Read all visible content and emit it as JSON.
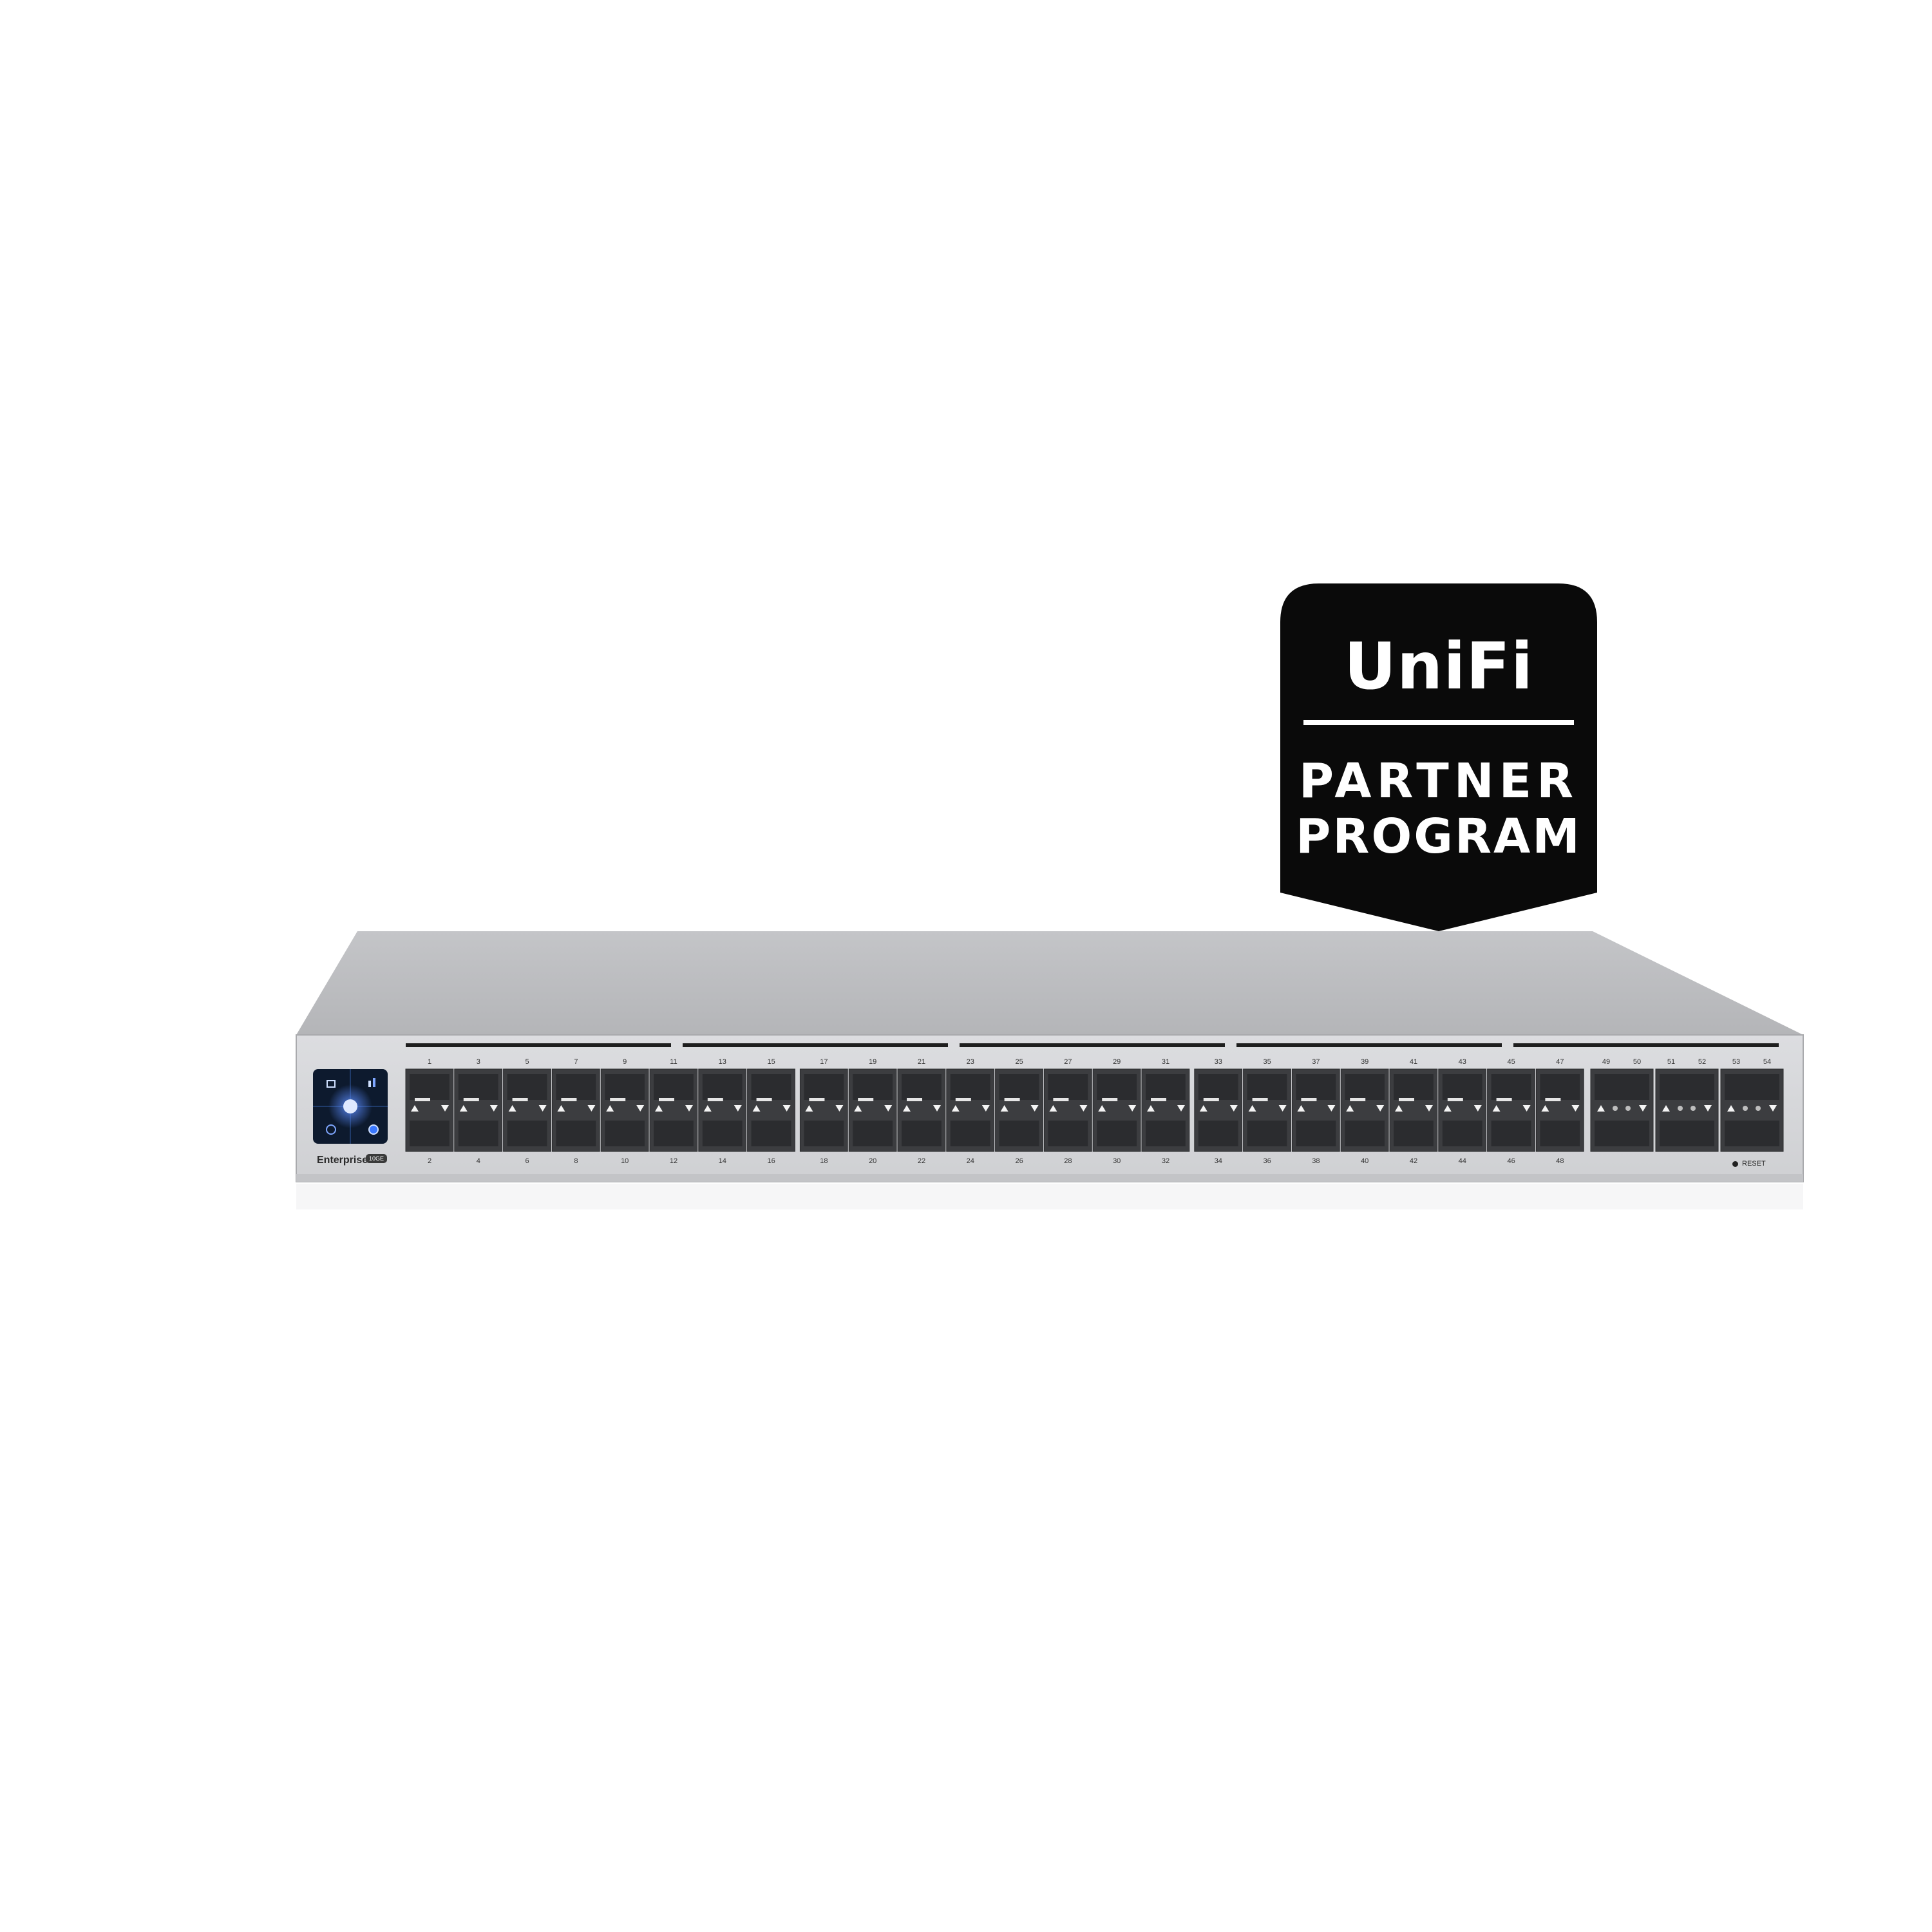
{
  "badge": {
    "logo": "UniFi",
    "line1": "PARTNER",
    "line2": "PROGRAM"
  },
  "switch": {
    "model": "Enterprise",
    "model_badge": "10GE",
    "reset_label": "RESET",
    "sfp_ports_top": [
      1,
      3,
      5,
      7,
      9,
      11,
      13,
      15,
      17,
      19,
      21,
      23,
      25,
      27,
      29,
      31,
      33,
      35,
      37,
      39,
      41,
      43,
      45,
      47
    ],
    "sfp_ports_bottom": [
      2,
      4,
      6,
      8,
      10,
      12,
      14,
      16,
      18,
      20,
      22,
      24,
      26,
      28,
      30,
      32,
      34,
      36,
      38,
      40,
      42,
      44,
      46,
      48
    ],
    "uplink_ports": [
      49,
      50,
      51,
      52,
      53,
      54
    ],
    "colors": {
      "body": "#b9babd",
      "front": "#d6d7d9",
      "port": "#3c3d40",
      "display": "#0d1a2e",
      "badge": "#0a0a0a"
    },
    "icons": [
      "network-icon",
      "chart-icon",
      "info-icon",
      "settings-icon",
      "touch-center-icon"
    ]
  }
}
